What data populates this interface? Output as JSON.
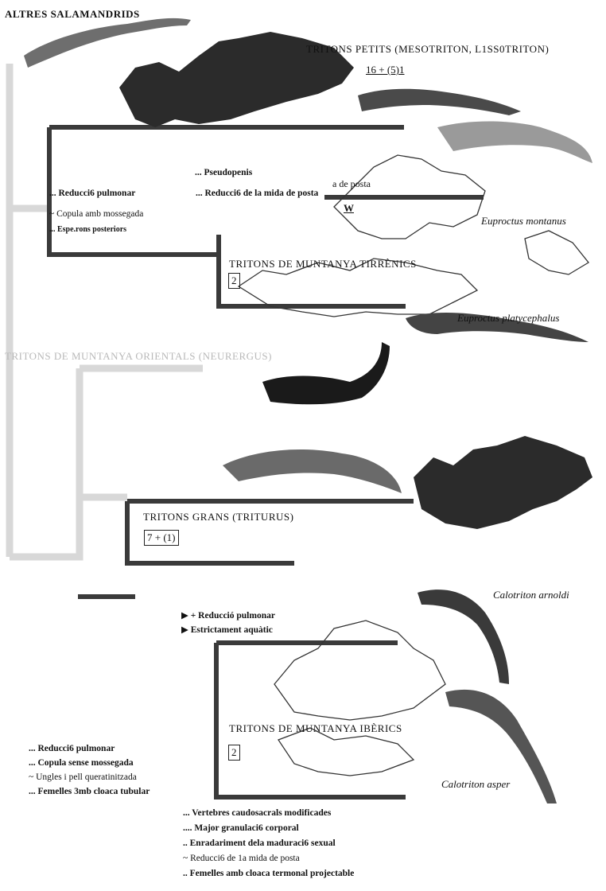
{
  "clades": {
    "altres": "ALTRES SALAMANDRIDS",
    "petits": "TRITONS PETITS (MESOTRITON, L1SS0TRITON)",
    "petits_count": "16 + (5)1",
    "tirrenics": "TRITONS DE MUNTANYA TIRRÈNICS",
    "tirrenics_count": "2",
    "orientals": "TRITONS DE MUNTANYA ORIENTALS (NEURERGUS)",
    "grans": "TRITONS GRANS (TRITURUS)",
    "grans_count": "7 + (1)",
    "iberics": "TRITONS DE MUNTANYA IBÈRICS",
    "iberics_count": "2"
  },
  "species": {
    "eu_montanus": "Euproctus montanus",
    "eu_platycephalus": "Euproctus platycephalus",
    "cal_arnoldi": "Calotriton arnoldi",
    "cal_asper": "Calotriton asper"
  },
  "traits_top": [
    "... Pseudopenis",
    "... Reducci6 pulmonar",
    "... Reducci6 de la mida de posta",
    "~ Copula amb mossegada",
    "... Espe.rons posteriors"
  ],
  "map_note": "a de posta",
  "map_mark": "W",
  "traits_mid": [
    "▶ + Reducció pulmonar",
    "▶ Estrictament aquàtic"
  ],
  "traits_left": [
    "... Reducci6 pulmonar",
    "... Copula sense mossegada",
    "~ Ungles i pell queratinitzada",
    "... Femelles 3mb cloaca tubular"
  ],
  "traits_bottom": [
    "... Vertebres caudosacrals modificades",
    ".... Major granulaci6 corporal",
    ".. Enradariment dela maduraci6 sexual",
    "~ Reducci6 de 1a mida de posta",
    ".. Femelles amb cloaca termonal projectable"
  ],
  "colors": {
    "main_branch": "#3a3a3a",
    "grey_branch": "#d6d6d6",
    "map_fill": "#2b2b2b"
  },
  "icons": [
    "salamander-photo",
    "europe-map"
  ]
}
